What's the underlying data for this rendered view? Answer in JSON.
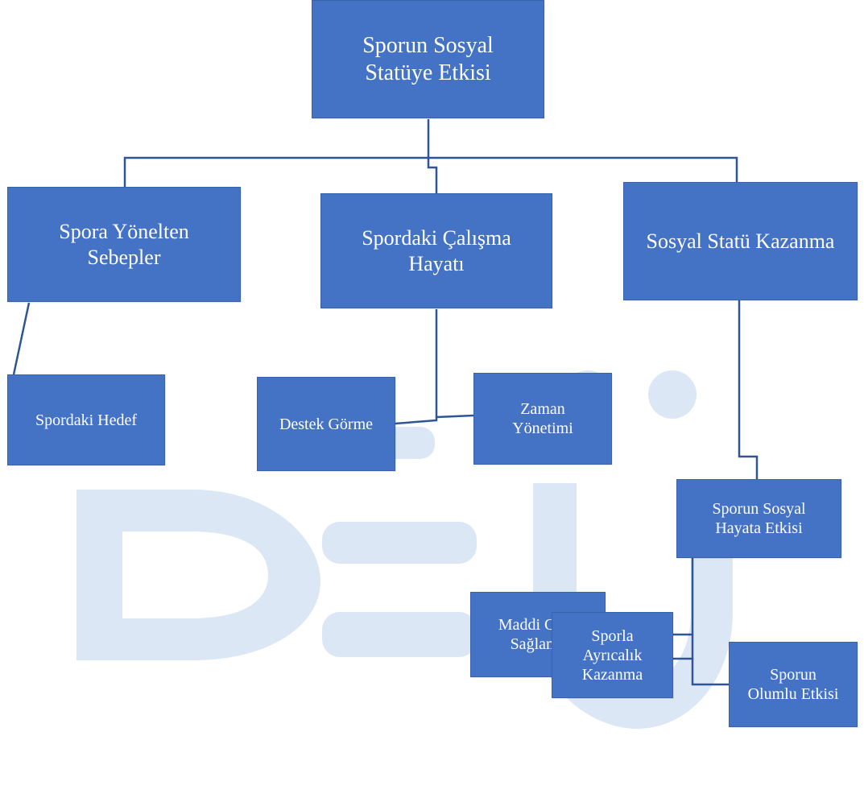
{
  "colors": {
    "box_fill": "#4472c4",
    "connector": "#2f5597",
    "watermark": "#dbe7f4",
    "text": "#ffffff"
  },
  "watermark": {
    "text": "DEÜ"
  },
  "nodes": {
    "root": "Sporun Sosyal\nStatüye Etkisi",
    "reasons": "Spora Yönelten\nSebepler",
    "work_life": "Spordaki Çalışma\nHayatı",
    "status_gain": "Sosyal Statü Kazanma",
    "goal": "Spordaki Hedef",
    "support": "Destek Görme",
    "time_mgmt": "Zaman\nYönetimi",
    "social_effect": "Sporun Sosyal\nHayata Etkisi",
    "income": "Maddi Gelir\nSağlama",
    "privilege": "Sporla\nAyrıcalık\nKazanma",
    "positive_effect": "Sporun\nOlumlu Etkisi"
  }
}
